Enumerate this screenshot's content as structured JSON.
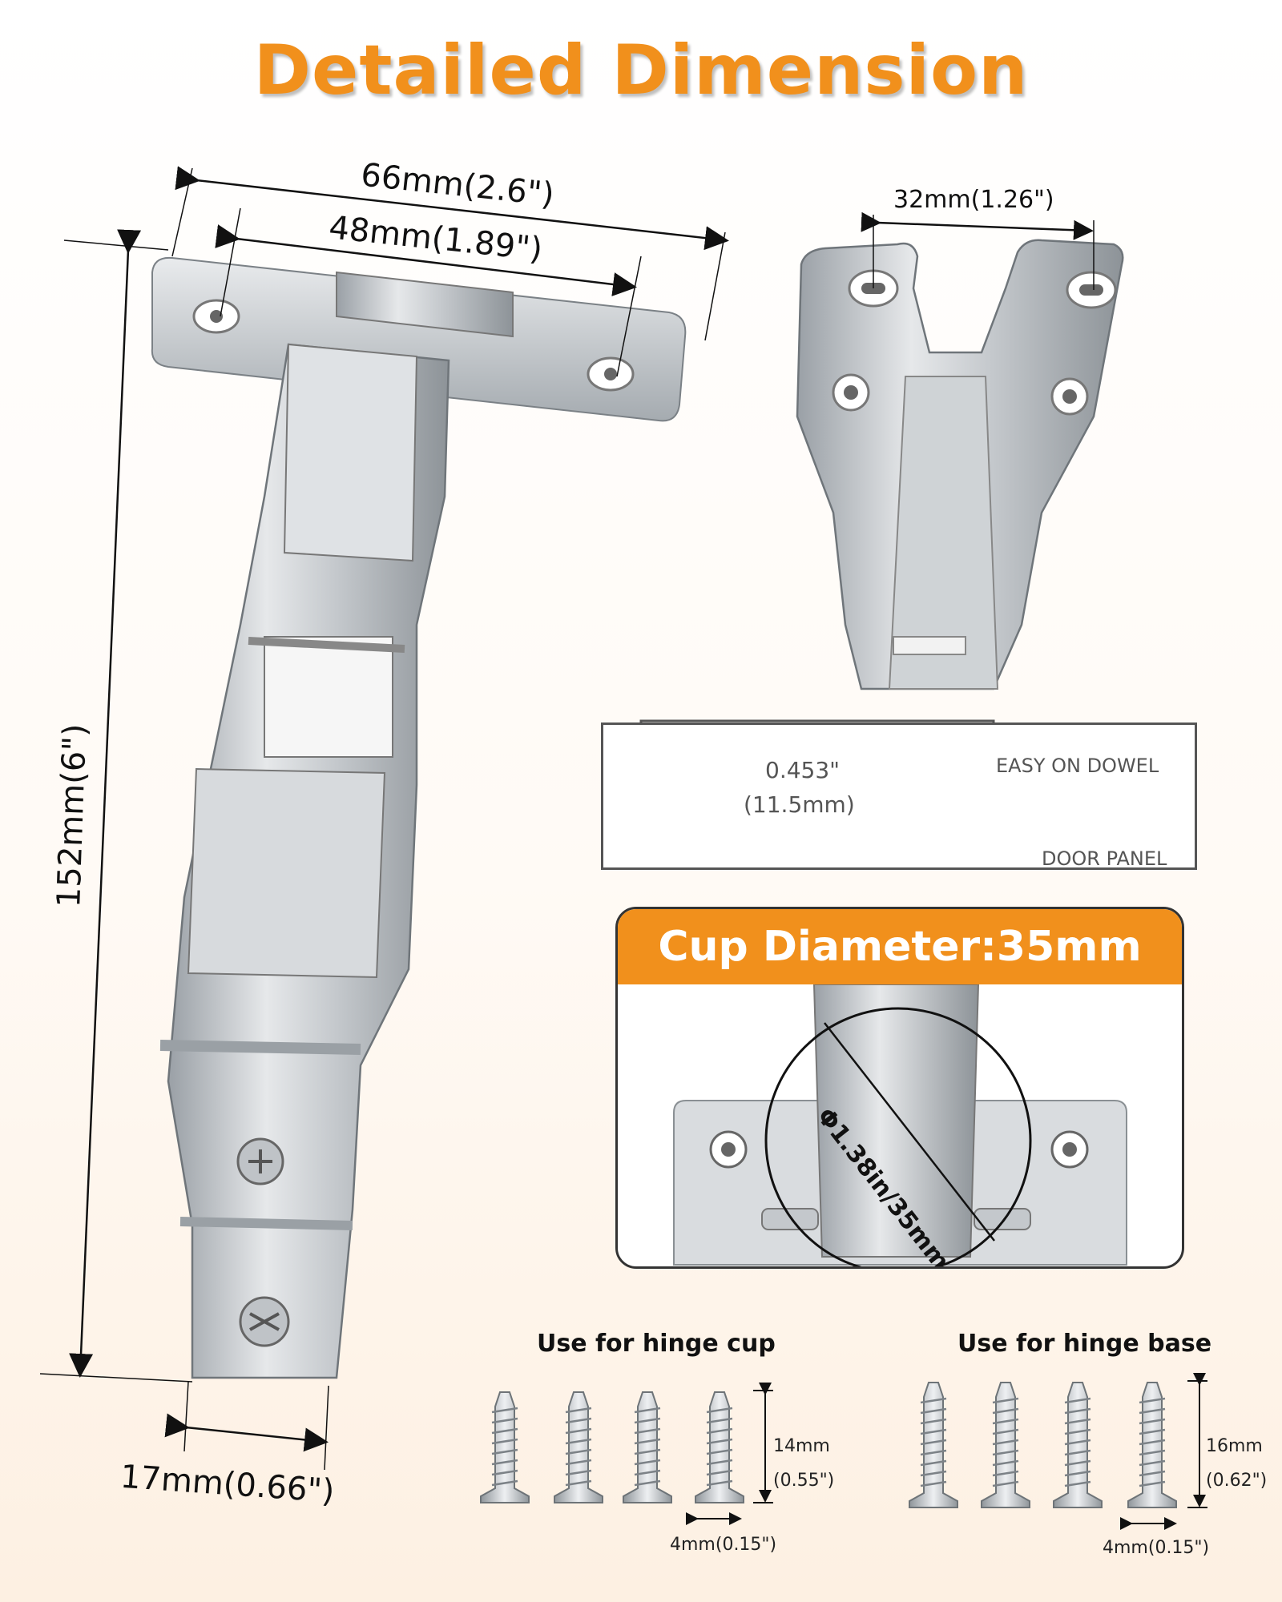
{
  "title": "Detailed Dimension",
  "hinge": {
    "width_outer": "66mm(2.6\")",
    "width_inner": "48mm(1.89\")",
    "length": "152mm(6\")",
    "arm_width": "17mm(0.66\")"
  },
  "plate": {
    "hole_spacing": "32mm(1.26\")"
  },
  "dowel": {
    "depth_in": "0.453\"",
    "depth_mm": "(11.5mm)",
    "label_dowel": "EASY ON DOWEL",
    "label_panel": "DOOR PANEL"
  },
  "cup": {
    "header": "Cup Diameter:35mm",
    "diameter": "Φ1.38in/35mm"
  },
  "screws_cup": {
    "label": "Use for hinge cup",
    "length_mm": "14mm",
    "length_in": "(0.55\")",
    "head": "4mm(0.15\")"
  },
  "screws_base": {
    "label": "Use for hinge base",
    "length_mm": "16mm",
    "length_in": "(0.62\")",
    "head": "4mm(0.15\")"
  },
  "colors": {
    "accent": "#f1901c",
    "metal": "#c9ccd0"
  }
}
